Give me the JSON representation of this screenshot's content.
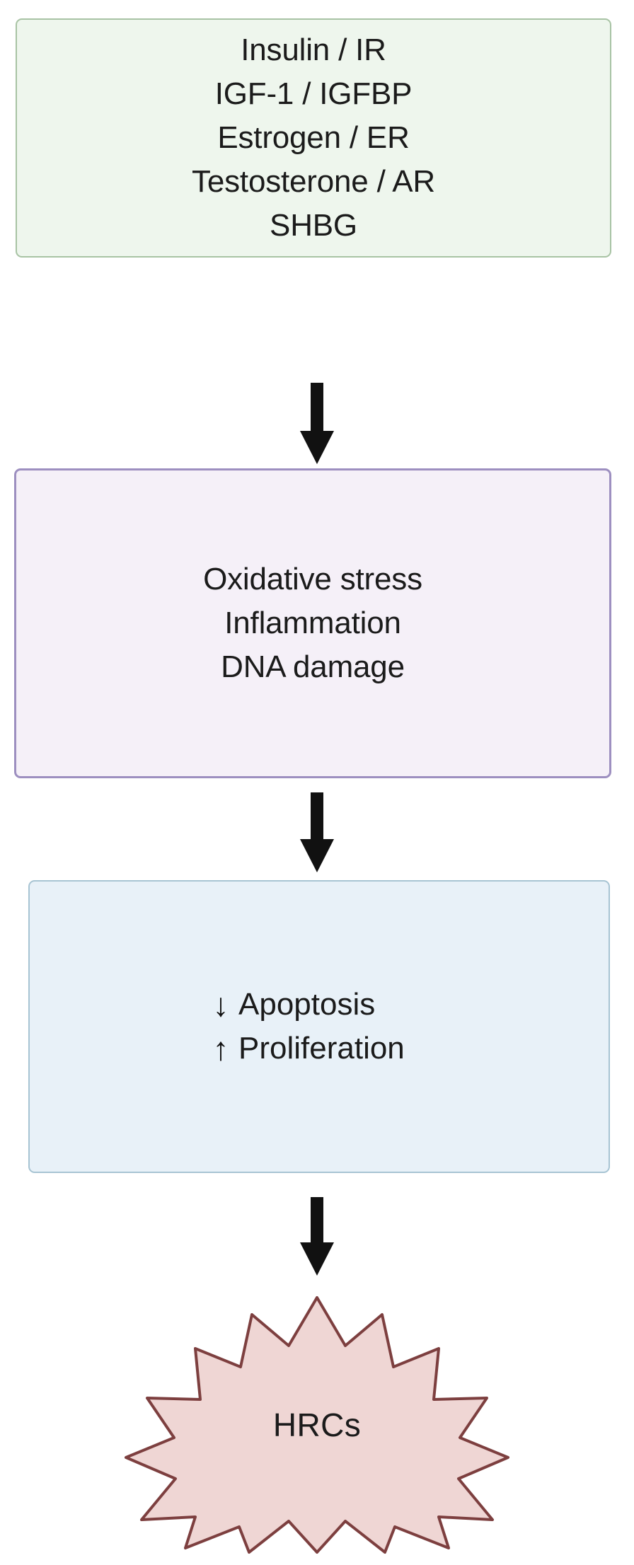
{
  "diagram": {
    "type": "flowchart",
    "orientation": "vertical",
    "background_color": "#ffffff",
    "nodes": [
      {
        "id": "hormones",
        "shape": "rounded-rectangle",
        "fill_color": "#eef6ed",
        "border_color": "#a8c3a4",
        "lines": [
          "Insulin / IR",
          "IGF-1 / IGFBP",
          "Estrogen / ER",
          "Testosterone / AR",
          "SHBG"
        ]
      },
      {
        "id": "stress",
        "shape": "rounded-rectangle",
        "fill_color": "#f5f0f8",
        "border_color": "#9d8fc0",
        "lines": [
          "Oxidative stress",
          "Inflammation",
          "DNA damage"
        ]
      },
      {
        "id": "cellfate",
        "shape": "rounded-rectangle",
        "fill_color": "#e8f1f8",
        "border_color": "#a7c4d3",
        "rows": [
          {
            "trend": "↓",
            "trend_name": "down-arrow",
            "label": "Apoptosis"
          },
          {
            "trend": "↑",
            "trend_name": "up-arrow",
            "label": "Proliferation"
          }
        ]
      },
      {
        "id": "outcome",
        "shape": "starburst",
        "fill_color": "#efd6d4",
        "border_color": "#7d3f3f",
        "label": "HRCs"
      }
    ],
    "connectors": [
      {
        "id": "hormones-to-stress",
        "style": "solid-down-arrow",
        "color": "#111111"
      },
      {
        "id": "stress-to-cellfate",
        "style": "solid-down-arrow",
        "color": "#111111"
      },
      {
        "id": "cellfate-to-outcome",
        "style": "solid-down-arrow",
        "color": "#111111"
      }
    ]
  }
}
